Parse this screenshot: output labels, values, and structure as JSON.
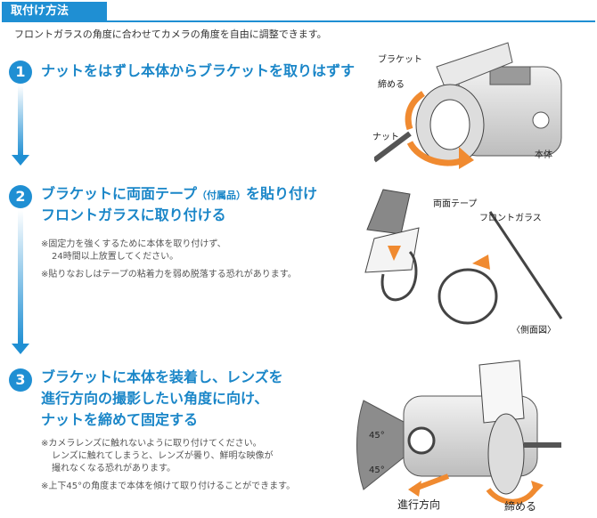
{
  "header": {
    "title": "取付け方法"
  },
  "intro": "フロントガラスの角度に合わせてカメラの角度を自由に調整できます。",
  "steps": [
    {
      "number": "1",
      "title_line1": "ナットをはずし本体からブラケットを取りはずす"
    },
    {
      "number": "2",
      "title_line1_a": "ブラケットに両面テープ",
      "title_line1_small": "（付属品）",
      "title_line1_b": "を貼り付け",
      "title_line2": "フロントガラスに取り付ける",
      "notes": [
        "※固定力を強くするために本体を取り付けず、",
        "24時間以上放置してください。",
        "※貼りなおしはテープの粘着力を弱め脱落する恐れがあります。"
      ]
    },
    {
      "number": "3",
      "title_line1": "ブラケットに本体を装着し、レンズを",
      "title_line2": "進行方向の撮影したい角度に向け、",
      "title_line3": "ナットを締めて固定する",
      "notes": [
        "※カメラレンズに触れないように取り付けてください。",
        "レンズに触れてしまうと、レンズが曇り、鮮明な映像が",
        "撮れなくなる恐れがあります。",
        "※上下45°の角度まで本体を傾けて取り付けることができます。"
      ]
    }
  ],
  "figure1": {
    "bracket": "ブラケット",
    "tighten": "締める",
    "nut": "ナット",
    "body": "本体"
  },
  "figure2": {
    "tape": "両面テープ",
    "windshield": "フロントガラス",
    "side_view": "〈側面図〉"
  },
  "figure3": {
    "angle_top": "45°",
    "angle_bottom": "45°",
    "direction": "進行方向",
    "tighten": "締める"
  }
}
